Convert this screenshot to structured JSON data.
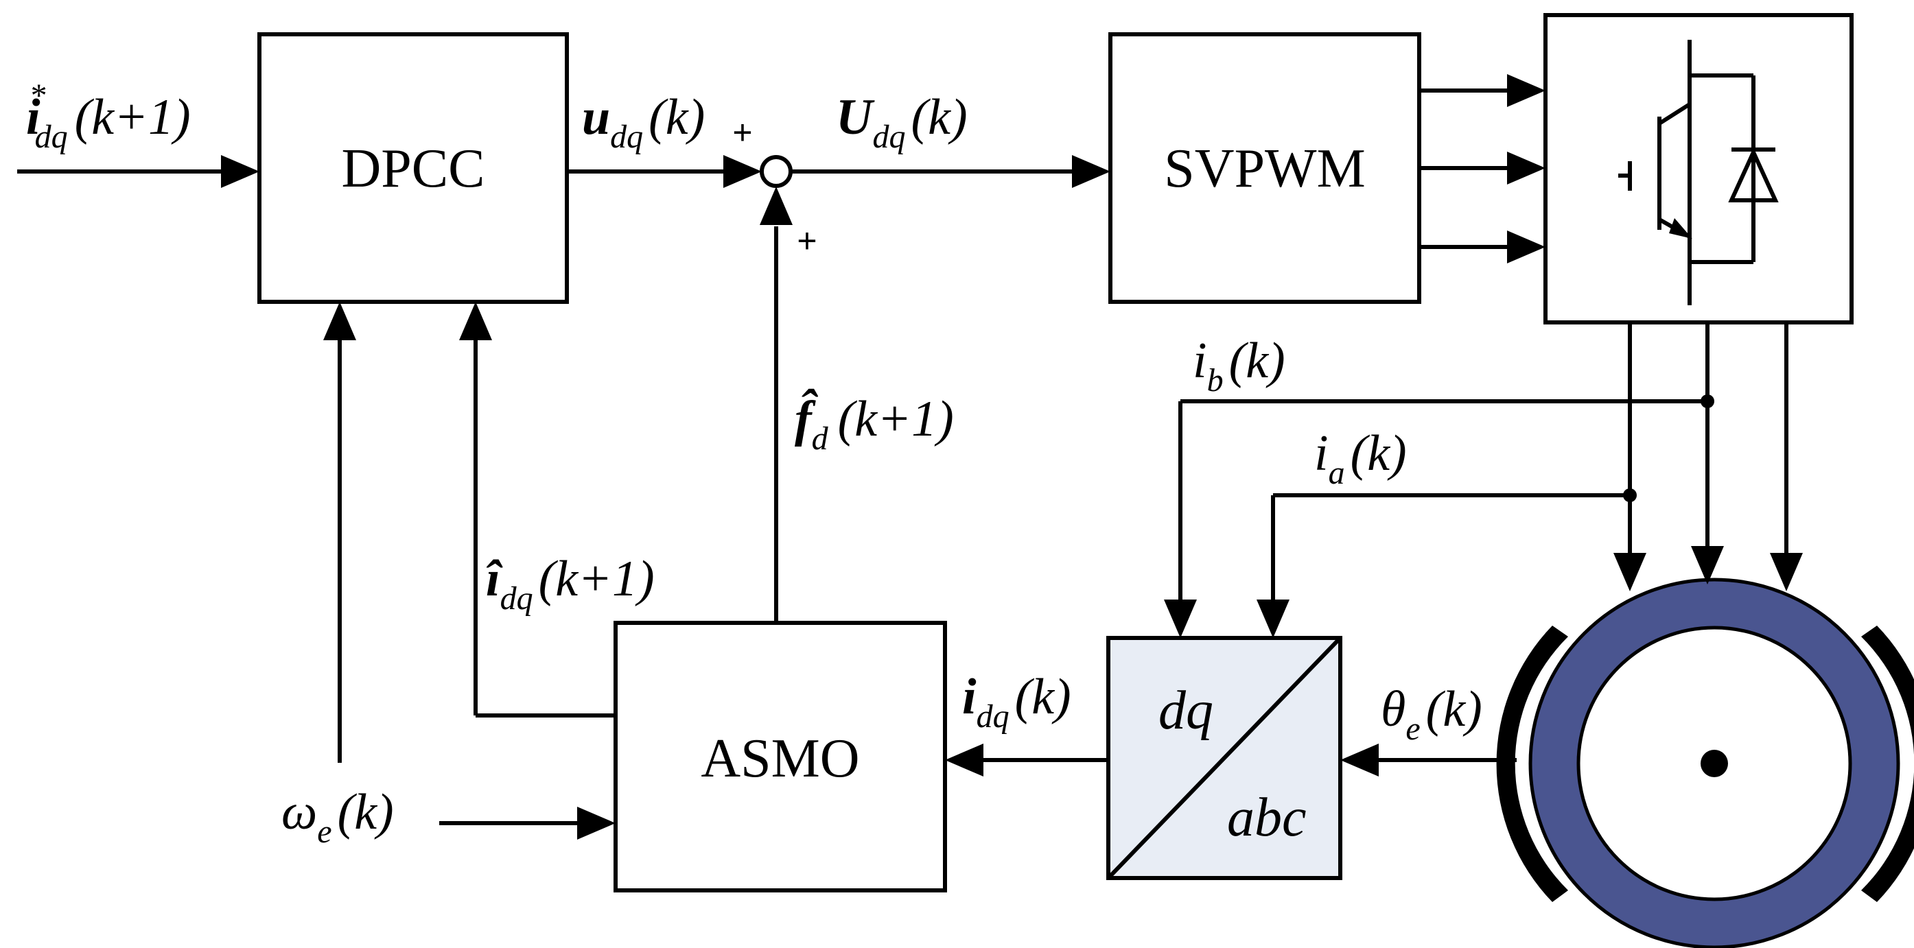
{
  "blocks": {
    "dpcc": "DPCC",
    "svpwm": "SVPWM",
    "asmo": "ASMO",
    "converter_top": "dq",
    "converter_bottom": "abc"
  },
  "signals": {
    "i_ref": {
      "symbol": "i",
      "superscript": "*",
      "subscript": "dq",
      "arg": "(k+1)"
    },
    "u_dq": {
      "symbol": "u",
      "subscript": "dq",
      "arg": "(k)"
    },
    "U_dq": {
      "symbol": "U",
      "subscript": "dq",
      "arg": "(k)"
    },
    "f_hat": {
      "symbol": "f̂",
      "subscript": "d",
      "arg": "(k+1)"
    },
    "i_hat": {
      "symbol": "î",
      "subscript": "dq",
      "arg": "(k+1)"
    },
    "i_dq": {
      "symbol": "i",
      "subscript": "dq",
      "arg": "(k)"
    },
    "i_b": {
      "symbol": "i",
      "subscript": "b",
      "arg": "(k)"
    },
    "i_a": {
      "symbol": "i",
      "subscript": "a",
      "arg": "(k)"
    },
    "theta": {
      "symbol": "θ",
      "subscript": "e",
      "arg": "(k)"
    },
    "omega": {
      "symbol": "ω",
      "subscript": "e",
      "arg": "(k)"
    }
  },
  "summing_junction": {
    "sign_left": "+",
    "sign_bottom": "+"
  },
  "colors": {
    "motor_ring": "#4a5590",
    "converter_fill": "#e8edf5",
    "line": "#000000"
  },
  "icons": [
    "igbt-diode-icon",
    "pmsm-motor-icon"
  ]
}
